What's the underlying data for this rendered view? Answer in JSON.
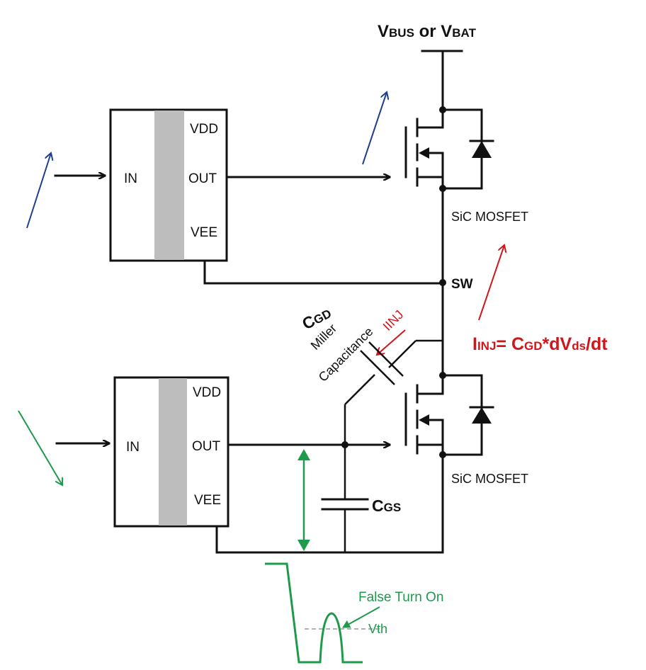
{
  "supply": {
    "part1": "V",
    "sub1": "BUS",
    "mid": " or ",
    "part2": "V",
    "sub2": "BAT"
  },
  "driver_top": {
    "in": "IN",
    "vdd": "VDD",
    "out": "OUT",
    "vee": "VEE"
  },
  "driver_bottom": {
    "in": "IN",
    "vdd": "VDD",
    "out": "OUT",
    "vee": "VEE"
  },
  "mosfet_top_label": "SiC MOSFET",
  "mosfet_bottom_label": "SiC MOSFET",
  "sw_label": "SW",
  "cgd": {
    "main": "C",
    "sub": "GD",
    "line1": "Miller",
    "line2": "Capacitance"
  },
  "iinj_label": "IINJ",
  "equation": {
    "i": "I",
    "i_sub": "INJ",
    "eq": "= ",
    "c": "C",
    "c_sub": "GD",
    "rest": "*dV",
    "ds_sub": "ds",
    "tail": "/dt"
  },
  "cgs": {
    "main": "C",
    "sub": "GS"
  },
  "false_turn_on": "False Turn On",
  "vth": "Vth",
  "colors": {
    "blue": "#1f3f8f",
    "red": "#d0161b",
    "green": "#1e9a4b",
    "gray": "#bdbdbd"
  }
}
